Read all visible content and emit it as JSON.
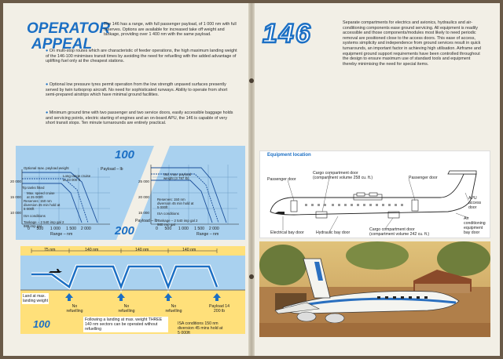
{
  "left_page": {
    "title_line1": "OPERATOR",
    "title_line2": "APPEAL",
    "intro": "The 146 has a range, with full passenger payload, of 1 000 nm with full reserves. Options are available for increased take off weight and tankage, providing over 1 400 nm with the same payload.",
    "bullet1": "On multi-stop routes which are characteristic of feeder operations, the high maximum landing weight of the 146-100 minimises transit times by avoiding the need for refuelling with the added advantage of uplifting fuel only at the cheapest stations.",
    "bullet2": "Optional low pressure tyres permit operation from the low strength unpaved surfaces presently served by twin turboprop aircraft. No need for sophisticated runways. Ability to operate from short semi-prepared airstrips which have minimal ground facilities.",
    "bullet3": "Minimum ground time with two passenger and two service doors, easily accessible baggage holds and servicing points, electric starting of engines and an on-board APU, the 146 is capable of very short transit stops. Ten minute turnarounds are entirely practical.",
    "chart": {
      "label_100": "100",
      "label_200": "200",
      "payload_axis": "Payload – lb",
      "range_axis": "Range – nm",
      "range_ticks": [
        "0",
        "500",
        "1 000",
        "1 500",
        "2 000"
      ],
      "payload_ticks_left": [
        "10 000",
        "15 000",
        "20 000"
      ],
      "payload_ticks_right": [
        "15 000",
        "20 000",
        "25 000"
      ],
      "optional_max": "Optional max. payload weight",
      "tip_tanks": "Tip tanks fitted",
      "max_speed": "Max. speed cruise at 25 000ft",
      "long_range": "Long range cruise at 33 000 ft",
      "std_max_payload": "Std. max. payload weight (3 787 lb)",
      "reserves": "Reserves: 150 nm diversion 45 min hold at 5 000ft",
      "isa": "ISA conditions",
      "tankage_left": "Tankage – 2 540 imp gal    2 980 imp gal",
      "tankage_right": "Tankage – 2 540 imp gal    2 980 imp gal"
    },
    "route": {
      "legs": [
        "75 nm",
        "140 nm",
        "140 nm",
        "140 nm"
      ],
      "land_note": "Land at max. landing weight",
      "no_refuel": "No refuelling",
      "payload_end": "Payload 14 200 lb",
      "box_text": "Following a landing at max. weight THREE 140 nm sectors can be operated without refuelling",
      "isa": "ISA conditions 150 nm diversion 45 mins hold at 5 000ft",
      "model": "100"
    }
  },
  "right_page": {
    "logo": "146",
    "intro": "Separate compartments for electrics and avionics, hydraulics and air-conditioning components ease ground servicing. All equipment is readily accessible and those components/modules most likely to need periodic removal are positioned close to the access doors. This ease of access, systems simplicity and independence from ground services result in quick turnarounds, an important factor in achieving high utilisation. Airframe and equipment ground support requirements have been controlled throughout the design to ensure maximum use of standard tools and equipment thereby minimising the need for special items.",
    "equip_title": "Equipment location",
    "labels": {
      "passenger_door_l": "Passenger door",
      "cargo_fwd": "Cargo compartment door (compartment volume 258 cu. ft.)",
      "passenger_door_r": "Passenger door",
      "apu": "APU access door",
      "aircon": "Air conditioning equipment bay door",
      "cargo_aft": "Cargo compartment door (compartment volume 242 cu. ft.)",
      "elec": "Electrical bay door",
      "hyd": "Hydraulic bay door"
    }
  }
}
